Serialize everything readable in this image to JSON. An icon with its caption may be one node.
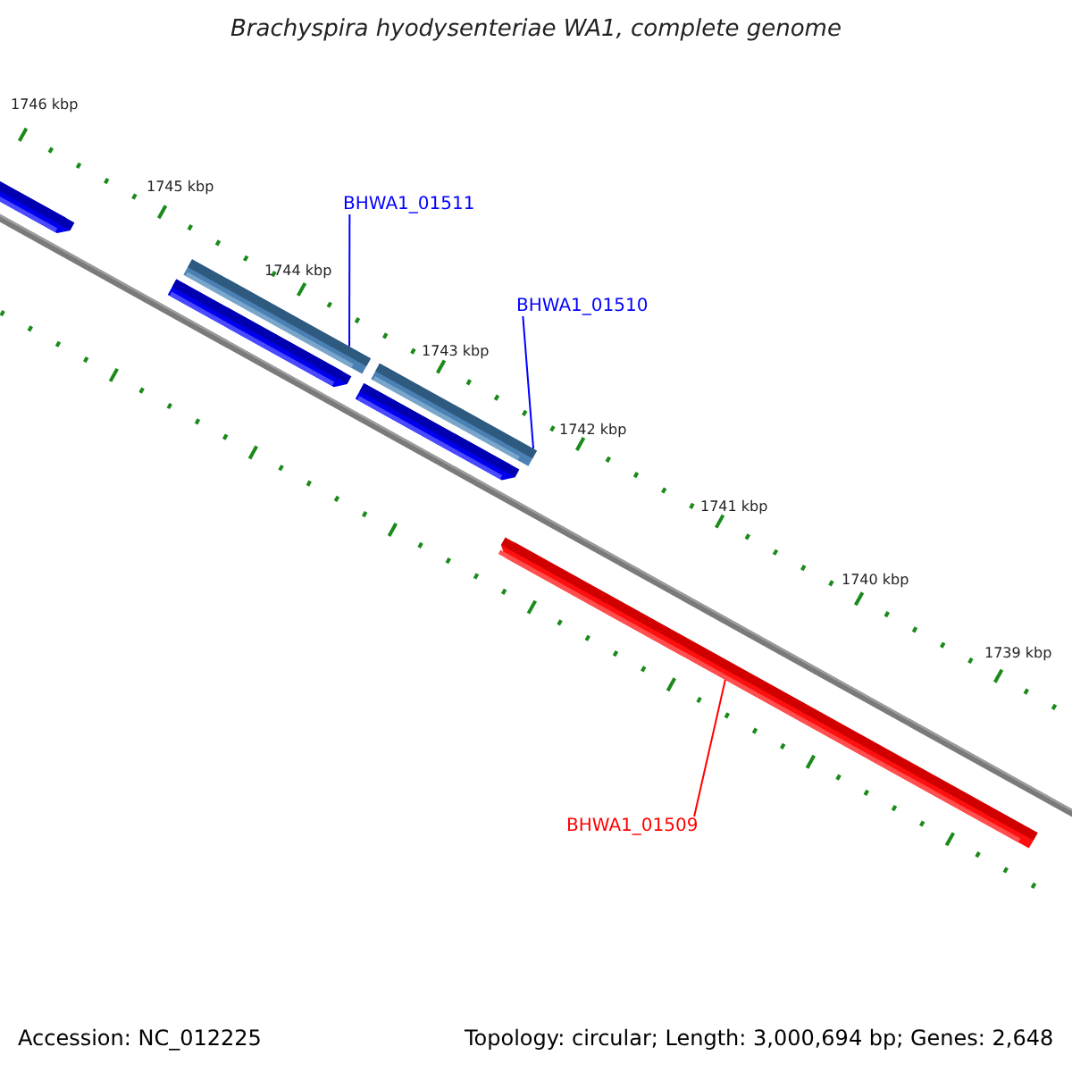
{
  "diagram": {
    "title": "Brachyspira hyodysenteriae WA1, complete genome",
    "nodes": [
      {
        "text": [
          "BHWA1_01511"
        ]
      },
      {
        "text": [],
        "shape": "bar"
      },
      {
        "text": [
          "BHWA1_01510"
        ]
      },
      {
        "text": [],
        "shape": "bar"
      },
      {
        "text": [
          "BHWA1_01509"
        ]
      },
      {
        "text": [],
        "shape": "bar"
      },
      {
        "text": [],
        "shape": "bar"
      },
      {
        "text": [],
        "shape": "bar"
      },
      {
        "text": [],
        "shape": "bar"
      }
    ],
    "edges": [
      {
        "from": 0,
        "to": 1,
        "arrow": "none"
      },
      {
        "from": 2,
        "to": 3,
        "arrow": "none"
      },
      {
        "from": 4,
        "to": 5,
        "arrow": "none",
        "color": "#ff0000"
      }
    ],
    "labels": [
      "1746 kbp",
      "1745 kbp",
      "1744 kbp",
      "1743 kbp",
      "1742 kbp",
      "1741 kbp",
      "1740 kbp",
      "1739 kbp",
      "Accession: NC_012225",
      "Topology: circular; Length: 3,000,694 bp; Genes: 2,648"
    ]
  }
}
